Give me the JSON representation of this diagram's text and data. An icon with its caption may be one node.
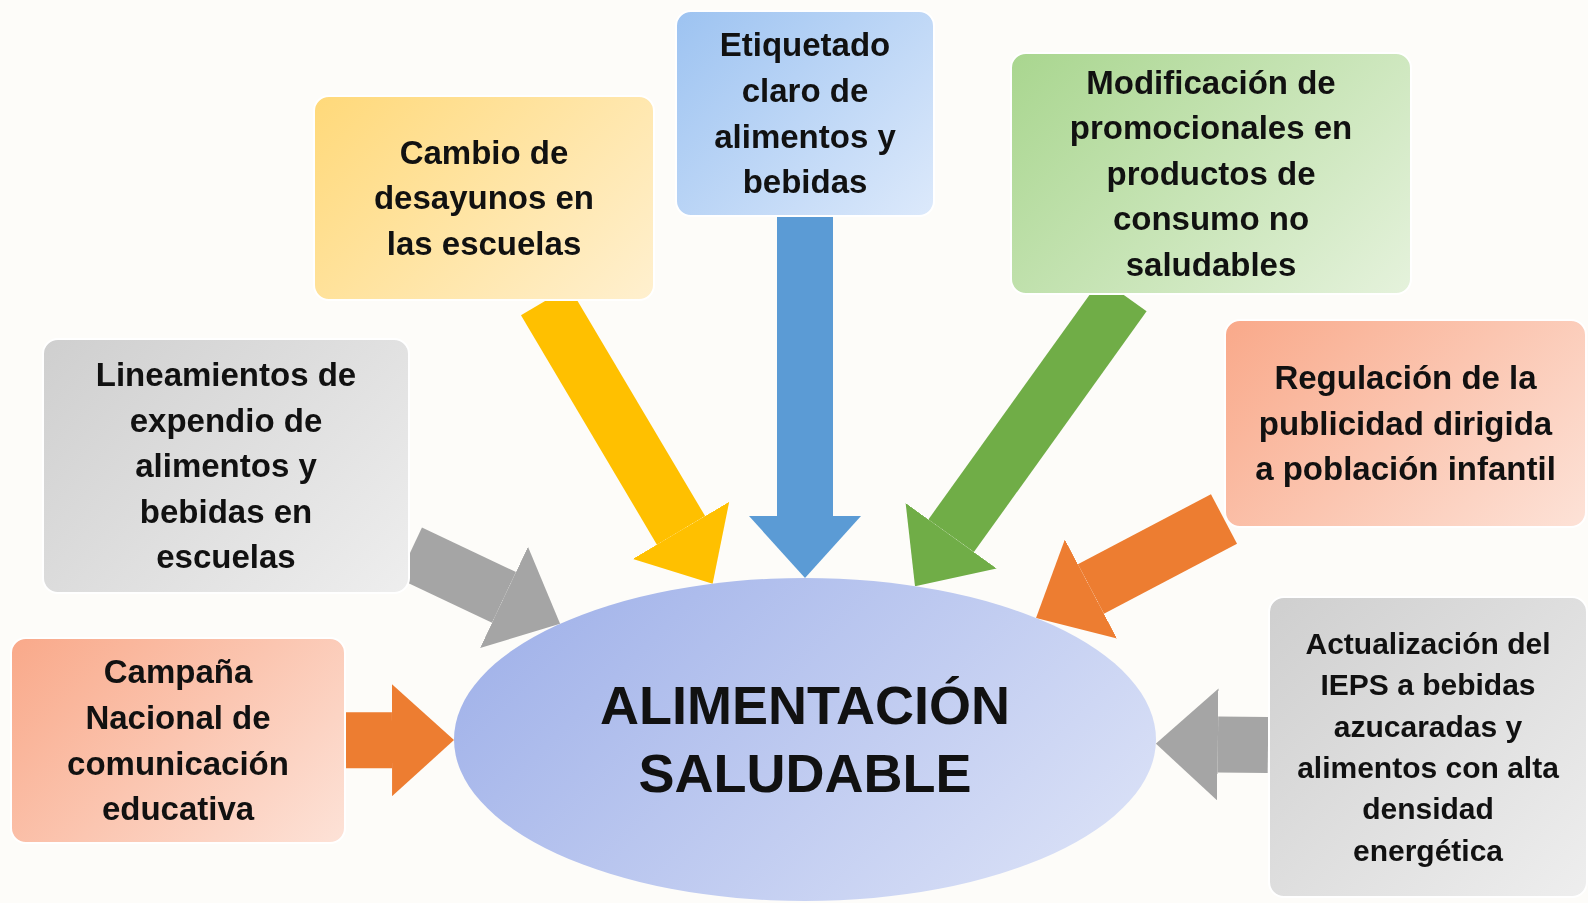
{
  "diagram": {
    "nodes": [
      {
        "text": [
          "Campaña Nacional de comunicación educativa"
        ]
      },
      {
        "text": [
          "Lineamientos de expendio de alimentos y bebidas en escuelas"
        ]
      },
      {
        "text": [
          "Cambio de desayunos en las escuelas"
        ]
      },
      {
        "text": [
          "Etiquetado claro de alimentos y bebidas"
        ]
      },
      {
        "text": [
          "Modificación de promocionales en productos de consumo no saludables"
        ]
      },
      {
        "text": [
          "Regulación de la publicidad dirigida a población infantil"
        ]
      },
      {
        "text": [
          "Actualización del IEPS a bebidas azucaradas y alimentos con alta densidad energética"
        ]
      },
      {
        "text": [
          "ALIMENTACIÓN SALUDABLE"
        ]
      }
    ],
    "edges": [
      {
        "from": 0,
        "to": 7,
        "arrow": "to",
        "color": "#ed7d31"
      },
      {
        "from": 1,
        "to": 7,
        "arrow": "to",
        "color": "#a5a5a5"
      },
      {
        "from": 2,
        "to": 7,
        "arrow": "to",
        "color": "#ffc000"
      },
      {
        "from": 3,
        "to": 7,
        "arrow": "to",
        "color": "#5b9bd5"
      },
      {
        "from": 4,
        "to": 7,
        "arrow": "to",
        "color": "#70ad47"
      },
      {
        "from": 5,
        "to": 7,
        "arrow": "to",
        "color": "#ed7d31"
      },
      {
        "from": 6,
        "to": 7,
        "arrow": "to",
        "color": "#a5a5a5"
      }
    ]
  }
}
